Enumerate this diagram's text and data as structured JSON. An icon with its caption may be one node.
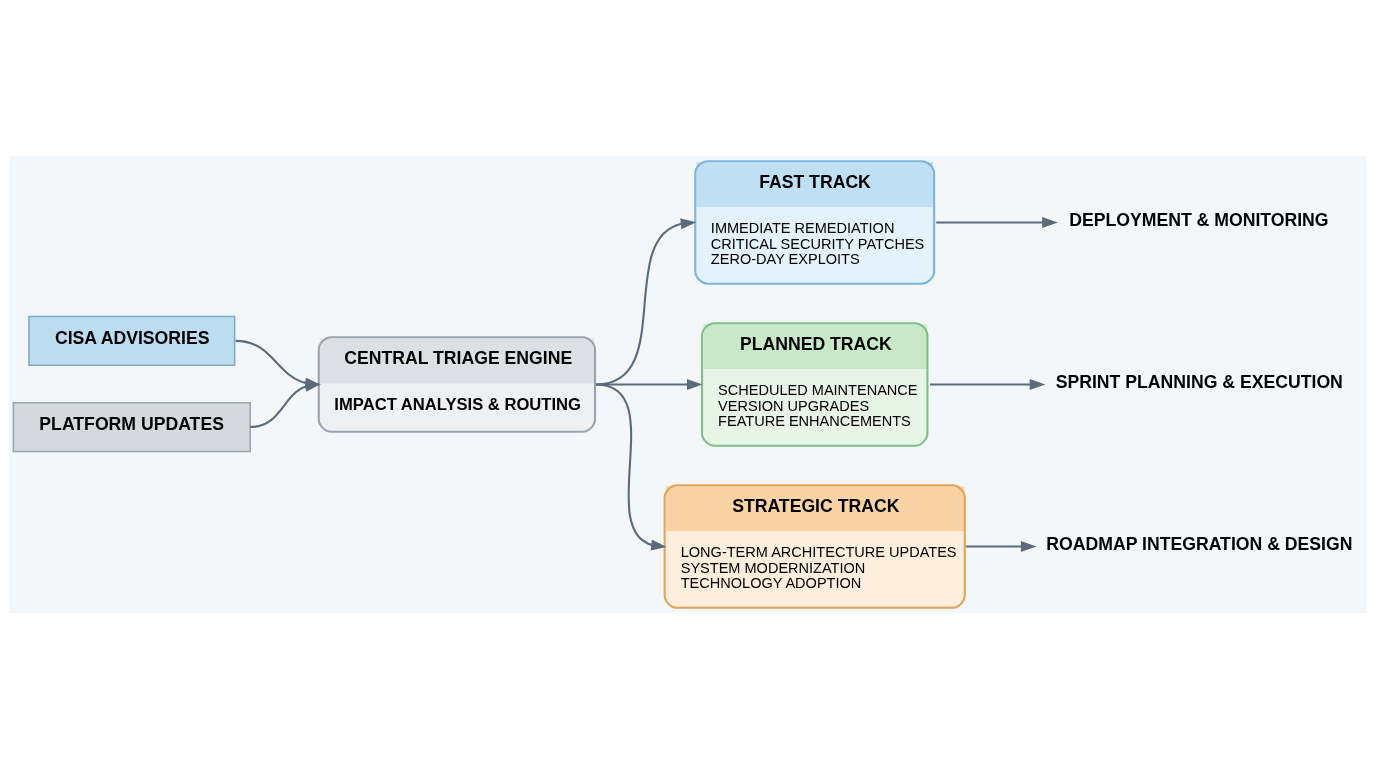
{
  "diagram": {
    "nodes": [
      {
        "text": [
          "CISA ADVISORIES"
        ]
      },
      {
        "text": [
          "PLATFORM UPDATES"
        ]
      },
      {
        "text": [
          "CENTRAL TRIAGE ENGINE",
          "IMPACT ANALYSIS & ROUTING"
        ]
      },
      {
        "text": [
          "FAST TRACK",
          "IMMEDIATE REMEDIATION",
          "CRITICAL SECURITY PATCHES",
          "ZERO-DAY EXPLOITS"
        ]
      },
      {
        "text": [
          "PLANNED TRACK",
          "SCHEDULED MAINTENANCE",
          "VERSION UPGRADES",
          "FEATURE ENHANCEMENTS"
        ]
      },
      {
        "text": [
          "STRATEGIC TRACK",
          "LONG-TERM ARCHITECTURE UPDATES",
          "SYSTEM MODERNIZATION",
          "TECHNOLOGY ADOPTION"
        ]
      },
      {
        "text": [
          "DEPLOYMENT & MONITORING"
        ]
      },
      {
        "text": [
          "SPRINT PLANNING & EXECUTION"
        ]
      },
      {
        "text": [
          "ROADMAP INTEGRATION & DESIGN"
        ]
      }
    ],
    "edges": [
      {
        "from": 0,
        "to": 2,
        "arrow": "to"
      },
      {
        "from": 1,
        "to": 2,
        "arrow": "to"
      },
      {
        "from": 2,
        "to": 3,
        "arrow": "to"
      },
      {
        "from": 2,
        "to": 4,
        "arrow": "to"
      },
      {
        "from": 2,
        "to": 5,
        "arrow": "to"
      },
      {
        "from": 3,
        "to": 6,
        "arrow": "to"
      },
      {
        "from": 4,
        "to": 7,
        "arrow": "to"
      },
      {
        "from": 5,
        "to": 8,
        "arrow": "to"
      }
    ]
  }
}
